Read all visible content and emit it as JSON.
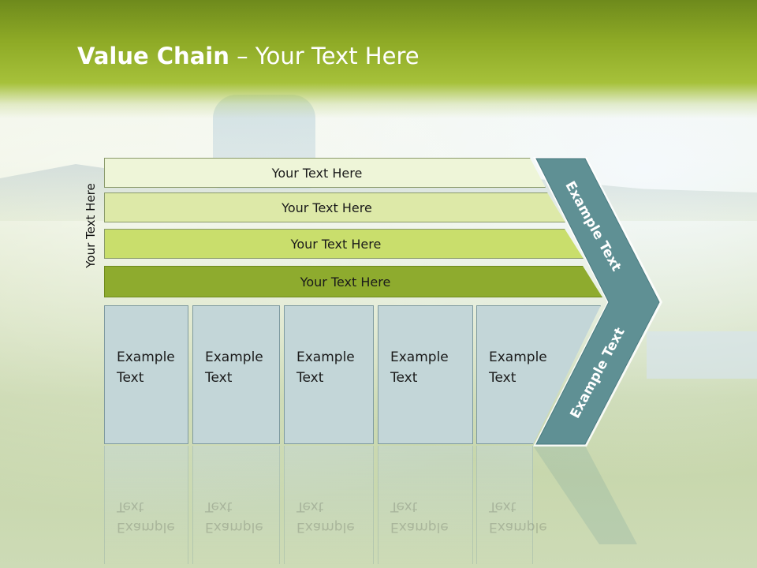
{
  "slide": {
    "title_bold": "Value Chain",
    "title_rest": " – Your Text Here",
    "side_label": "Your Text Here"
  },
  "bars": [
    {
      "label": "Your Text Here"
    },
    {
      "label": "Your Text Here"
    },
    {
      "label": "Your Text Here"
    },
    {
      "label": "Your Text Here"
    }
  ],
  "boxes": [
    {
      "line1": "Example",
      "line2": "Text"
    },
    {
      "line1": "Example",
      "line2": "Text"
    },
    {
      "line1": "Example",
      "line2": "Text"
    },
    {
      "line1": "Example",
      "line2": "Text"
    },
    {
      "line1": "Example",
      "line2": "Text"
    }
  ],
  "arrow": {
    "upper_label": "Example Text",
    "lower_label": "Example Text"
  },
  "colors": {
    "header": "#8eaa26",
    "bar_light": "#eef5d8",
    "bar_mid": "#dde9a8",
    "bar_strong": "#c9de6c",
    "bar_dark": "#8eab2e",
    "box": "#c3d6d8",
    "arrow": "#5f9094"
  }
}
